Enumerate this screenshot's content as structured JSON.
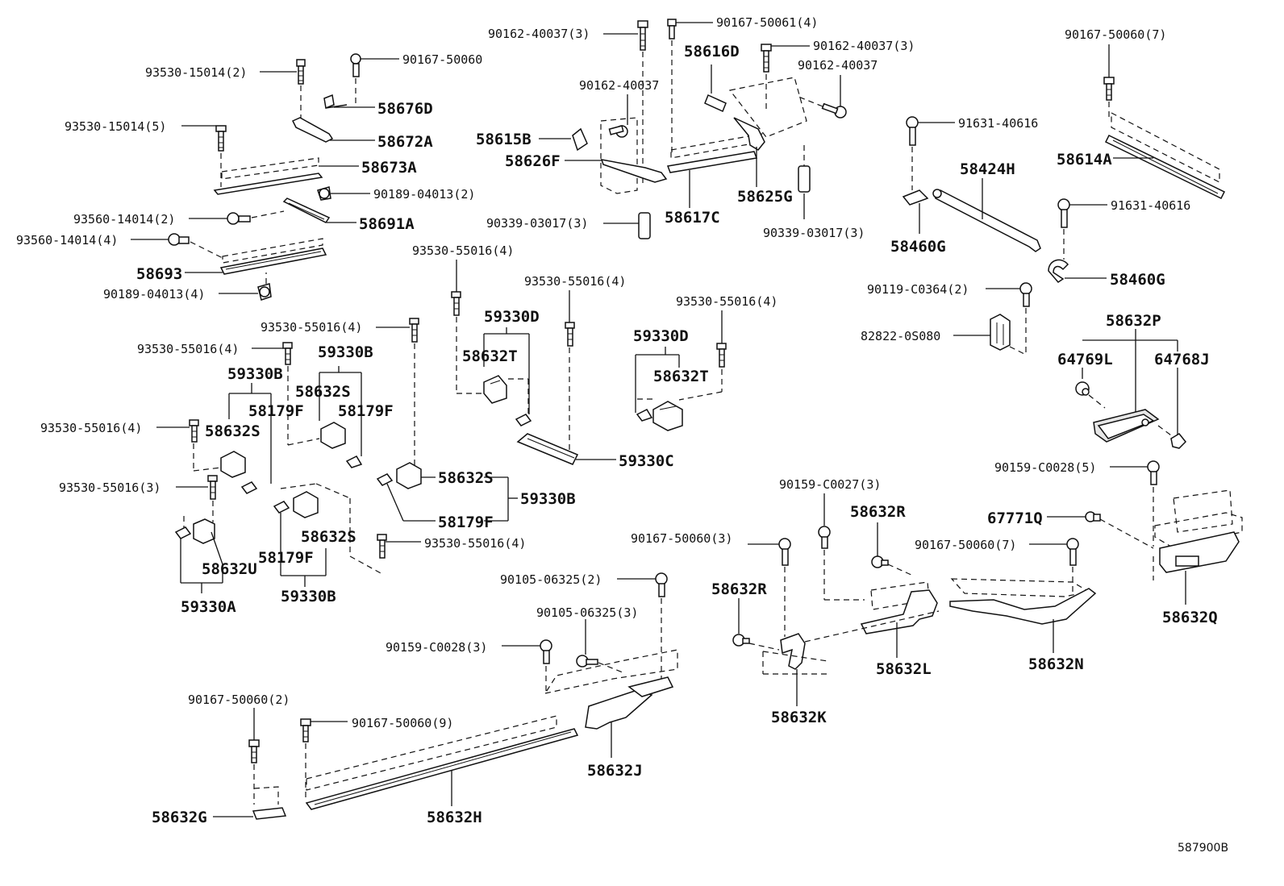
{
  "figure_code": "587900B",
  "callouts": {
    "c01": "90162-40037(3)",
    "c02": "90167-50061(4)",
    "c03": "90162-40037(3)",
    "c04": "90162-40037",
    "c05": "58616D",
    "c06": "90162-40037",
    "c07": "58615B",
    "c08": "58626F",
    "c09": "58617C",
    "c10": "58625G",
    "c11": "90339-03017(3)",
    "c12": "90339-03017(3)",
    "c13": "90167-50060(7)",
    "c14": "58614A",
    "c15": "91631-40616",
    "c16": "58424H",
    "c17": "58460G",
    "c18": "91631-40616",
    "c19": "58460G",
    "c20": "93530-15014(2)",
    "c21": "90167-50060",
    "c22": "58676D",
    "c23": "93530-15014(5)",
    "c24": "58672A",
    "c25": "58673A",
    "c26": "90189-04013(2)",
    "c27": "93560-14014(2)",
    "c28": "58691A",
    "c29": "93560-14014(4)",
    "c30": "58693",
    "c31": "90189-04013(4)",
    "c32": "93530-55016(4)",
    "c33": "59330D",
    "c34": "58632T",
    "c35": "93530-55016(4)",
    "c36": "59330C",
    "c37": "93530-55016(4)",
    "c38": "59330D",
    "c39": "58632T",
    "c40": "93530-55016(4)",
    "c41": "93530-55016(4)",
    "c42": "59330B",
    "c43": "59330B",
    "c44": "58632S",
    "c45": "58179F",
    "c46": "58179F",
    "c47": "93530-55016(4)",
    "c48": "58632S",
    "c49": "93530-55016(3)",
    "c50": "58632S",
    "c51": "59330B",
    "c52": "58179F",
    "c53": "58632S",
    "c54": "58179F",
    "c55": "93530-55016(4)",
    "c56": "59330B",
    "c57": "58632U",
    "c58": "59330A",
    "c59": "90119-C0364(2)",
    "c60": "82822-0S080",
    "c61": "58632P",
    "c62": "64769L",
    "c63": "64768J",
    "c64": "90159-C0028(5)",
    "c65": "67771Q",
    "c66": "90167-50060(7)",
    "c67": "58632Q",
    "c68": "58632N",
    "c69": "90159-C0027(3)",
    "c70": "58632R",
    "c71": "90167-50060(3)",
    "c72": "58632L",
    "c73": "58632R",
    "c74": "58632K",
    "c75": "90105-06325(2)",
    "c76": "90105-06325(3)",
    "c77": "90159-C0028(3)",
    "c78": "58632J",
    "c79": "90167-50060(2)",
    "c80": "90167-50060(9)",
    "c81": "58632G",
    "c82": "58632H"
  }
}
